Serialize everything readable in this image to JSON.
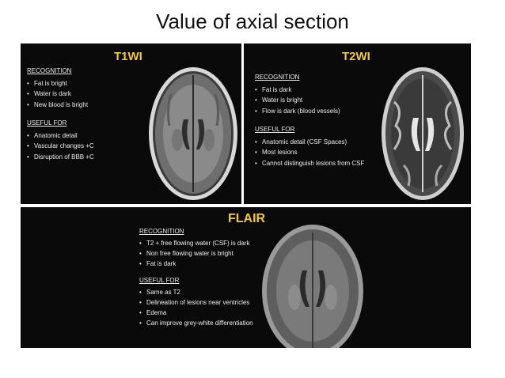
{
  "slide_title": "Value of  axial section",
  "panels": [
    {
      "title": "T1WI",
      "recognition_heading": "RECOGNITION",
      "recognition_items": [
        "Fat is bright",
        "Water is dark",
        "New blood is bright"
      ],
      "useful_heading": "USEFUL FOR",
      "useful_items": [
        "Anatomic detail",
        "Vascular changes +C",
        "Disruption of BBB +C"
      ]
    },
    {
      "title": "T2WI",
      "recognition_heading": "RECOGNITION",
      "recognition_items": [
        "Fat is dark",
        "Water is bright",
        "Flow is dark (blood vessels)"
      ],
      "useful_heading": "USEFUL FOR",
      "useful_items": [
        "Anatomic detail (CSF Spaces)",
        "Most lesions",
        "Cannot distinguish lesions from CSF"
      ]
    },
    {
      "title": "FLAIR",
      "recognition_heading": "RECOGNITION",
      "recognition_items": [
        "T2 + free flowing water (CSF) is dark",
        "Non free flowing water is bright",
        "Fat is dark"
      ],
      "useful_heading": "USEFUL FOR",
      "useful_items": [
        "Same as T2",
        "Delineation of lesions near ventricles",
        "Edema",
        "Can improve grey-white differentiation"
      ]
    }
  ],
  "colors": {
    "panel_bg": "#0a0a0a",
    "panel_title": "#f0c64a",
    "panel_text": "#ececec"
  }
}
